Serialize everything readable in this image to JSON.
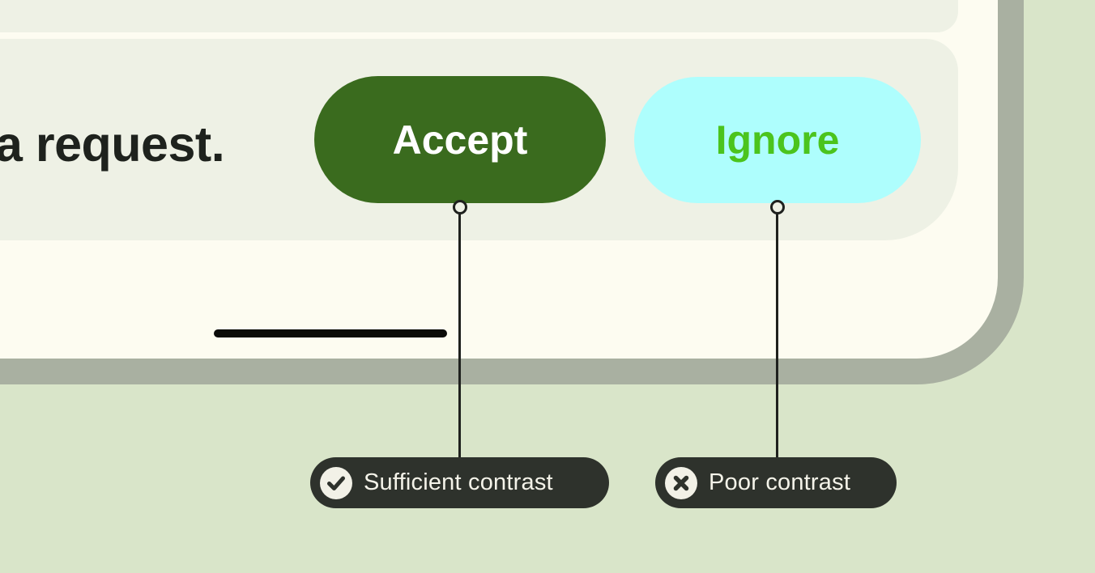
{
  "mockup": {
    "message_text": "a request.",
    "accept_label": "Accept",
    "ignore_label": "Ignore"
  },
  "annotations": {
    "sufficient": {
      "label": "Sufficient contrast",
      "icon": "check-circle-icon"
    },
    "poor": {
      "label": "Poor contrast",
      "icon": "x-circle-icon"
    }
  },
  "colors": {
    "page_background": "#d9e5c9",
    "device_edge_gray": "#a9b0a1",
    "device_surface_cream": "#fdfcf1",
    "panel_surface": "#eef1e5",
    "accept_button_background": "#3a6b1e",
    "accept_button_text": "#ffffff",
    "ignore_button_background": "#aefefd",
    "ignore_button_text": "#4bc41d",
    "body_text": "#1e221d",
    "callout_background": "#2e322c",
    "callout_text": "#f4f3e9",
    "callout_icon_circle": "#f2f1e7",
    "connector": "#1f211e",
    "home_indicator": "#0b0b09"
  }
}
